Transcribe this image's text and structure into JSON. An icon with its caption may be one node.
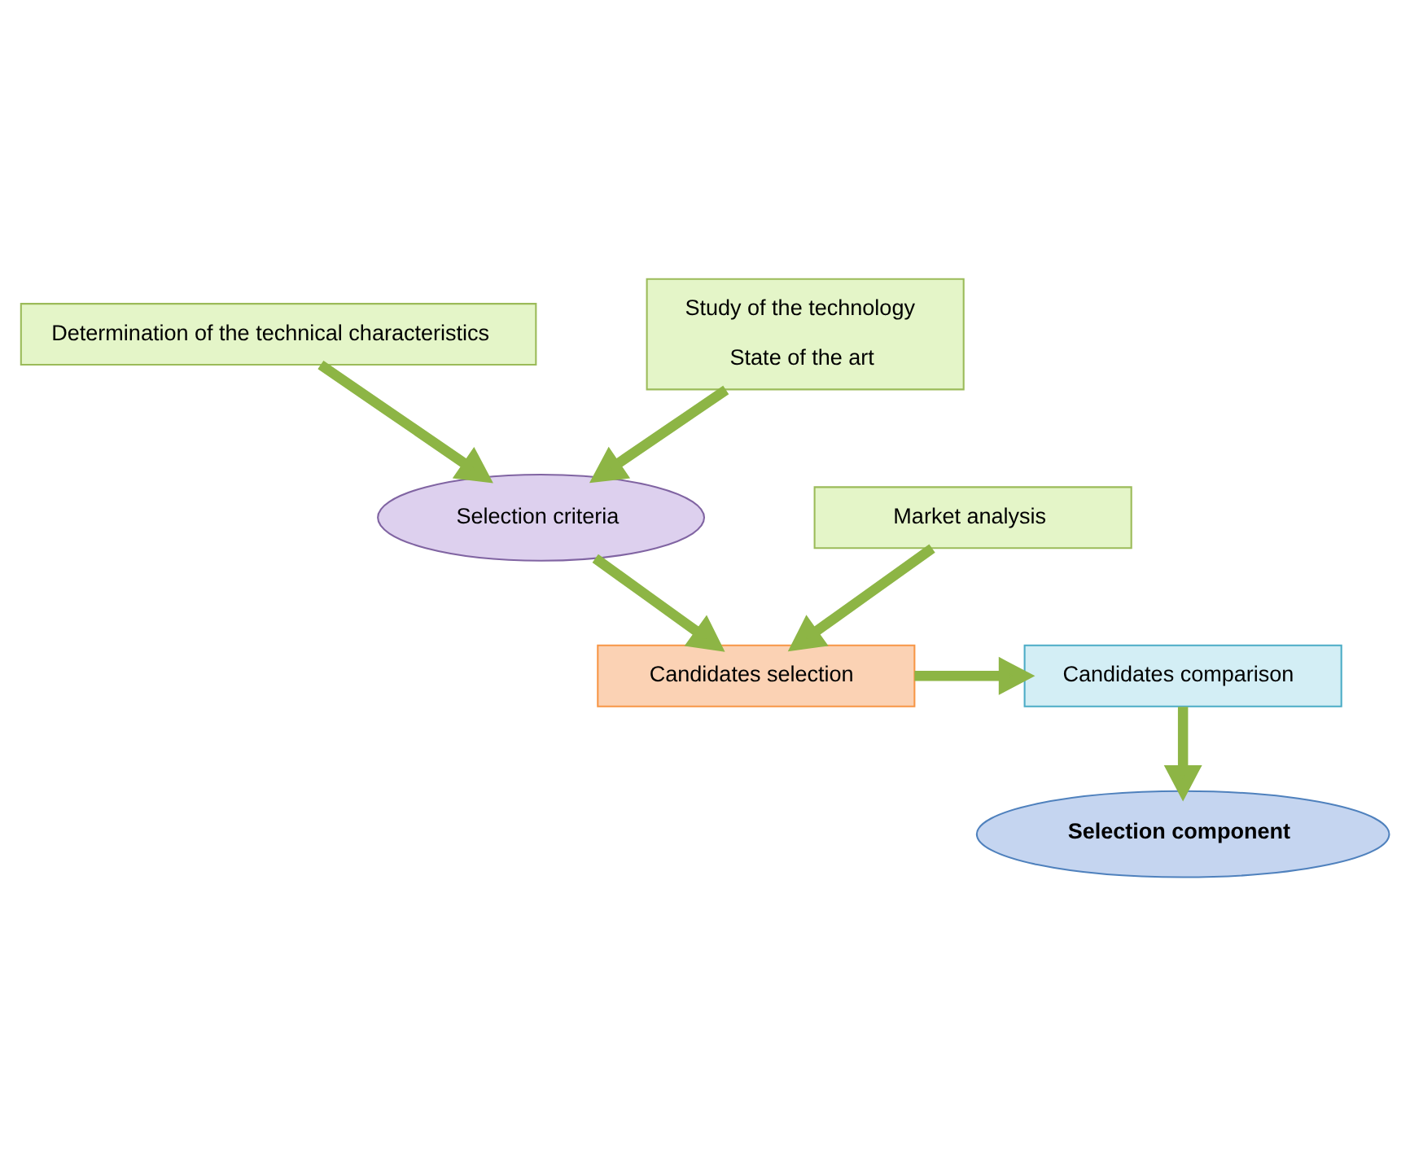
{
  "diagram": {
    "nodes": [
      {
        "text": [
          "Determination of the technical characteristics"
        ]
      },
      {
        "text": [
          "Market analysis"
        ]
      },
      {
        "text": [
          "Study of the technology",
          "State of the art"
        ]
      },
      {
        "text": [
          "Selection criteria"
        ]
      },
      {
        "text": [
          "Candidates comparison"
        ]
      },
      {
        "text": [
          "Candidates selection"
        ]
      },
      {
        "text": [
          "Selection component"
        ]
      }
    ],
    "edges": [
      {
        "from": 0,
        "to": 3,
        "arrow": "to"
      },
      {
        "from": 2,
        "to": 3,
        "arrow": "to"
      },
      {
        "from": 3,
        "to": 5,
        "arrow": "to"
      },
      {
        "from": 1,
        "to": 5,
        "arrow": "to"
      },
      {
        "from": 5,
        "to": 4,
        "arrow": "to"
      },
      {
        "from": 4,
        "to": 6,
        "arrow": "to"
      }
    ]
  }
}
